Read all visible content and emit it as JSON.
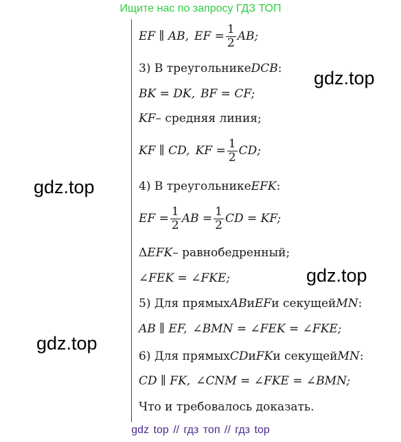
{
  "header": {
    "link_text": "Ищите нас по запросу ГДЗ ТОП"
  },
  "watermarks": [
    "gdz.top",
    "gdz.top",
    "gdz.top",
    "gdz.top"
  ],
  "solution": {
    "l1": {
      "a": "EF ∥ AB,",
      "b": "EF =",
      "num": "1",
      "den": "2",
      "c": "AB;"
    },
    "l2": {
      "a": "3) В треугольнике ",
      "b": "DCB",
      "c": ":"
    },
    "l3": {
      "a": "BK = DK,",
      "b": "BF = CF;"
    },
    "l4": {
      "a": "KF",
      "b": " – средняя линия;"
    },
    "l5": {
      "a": "KF ∥ CD,",
      "b": "KF =",
      "num": "1",
      "den": "2",
      "c": "CD;"
    },
    "l6": {
      "a": "4) В треугольнике ",
      "b": "EFK",
      "c": ":"
    },
    "l7": {
      "a": "EF =",
      "num1": "1",
      "den1": "2",
      "b": "AB =",
      "num2": "1",
      "den2": "2",
      "c": "CD = KF;"
    },
    "l8": {
      "a": "Δ",
      "b": "EFK",
      "c": " – равнобедренный;"
    },
    "l9": {
      "a": "∠FEK = ∠FKE;"
    },
    "l10": {
      "a": "5) Для прямых ",
      "b": "AB",
      "c": " и ",
      "d": "EF",
      "e": " и секущей ",
      "f": "MN",
      "g": ":"
    },
    "l11": {
      "a": "AB ∥ EF,",
      "b": "∠BMN = ∠FEK = ∠FKE;"
    },
    "l12": {
      "a": "6) Для прямых ",
      "b": "CD",
      "c": " и ",
      "d": "FK",
      "e": " и секущей ",
      "f": "MN",
      "g": ":"
    },
    "l13": {
      "a": "CD ∥ FK,",
      "b": "∠CNM = ∠FKE = ∠BMN;"
    },
    "l14": {
      "a": "Что и требовалось доказать."
    }
  },
  "footer": {
    "links_text": "gdz top  //  гдз топ  //  гдз top"
  }
}
